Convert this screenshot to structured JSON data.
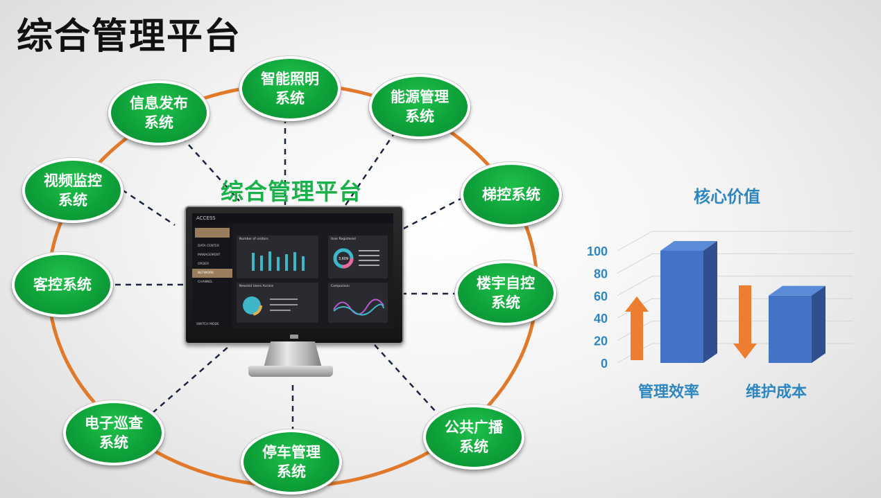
{
  "page_title": "综合管理平台",
  "center_title": "综合管理平台",
  "nodes": [
    {
      "label": "信息发布系统"
    },
    {
      "label": "智能照明系统"
    },
    {
      "label": "能源管理系统"
    },
    {
      "label": "视频监控系统"
    },
    {
      "label": "梯控系统"
    },
    {
      "label": "客控系统"
    },
    {
      "label": "楼宇自控系统"
    },
    {
      "label": "电子巡查系统"
    },
    {
      "label": "停车管理系统"
    },
    {
      "label": "公共广播系统"
    }
  ],
  "colors": {
    "node_green": "#0ea23a",
    "ring_orange": "#e07a2a",
    "title_green": "#19b14a",
    "chart_blue": "#4472c4",
    "arrow_orange": "#ed7d31",
    "label_blue": "#2e86c1"
  },
  "screen": {
    "app_name": "ACCESS",
    "menu": [
      "DATA CENTER",
      "MANAGEMENT",
      "ORDER",
      "NETWORK",
      "CHANNEL"
    ],
    "switch_mode": "SWITCH MODE",
    "panels": [
      "Number of visitors",
      "User Registered",
      "New/old Users Access",
      "Comparison"
    ],
    "donut_value": "3,609"
  },
  "chart_data": {
    "type": "bar",
    "title": "核心价值",
    "categories": [
      "管理效率",
      "维护成本"
    ],
    "values": [
      100,
      60
    ],
    "ylim": [
      0,
      100
    ],
    "yticks": [
      0,
      20,
      40,
      60,
      80,
      100
    ],
    "arrows": [
      "up",
      "down"
    ],
    "grid": true
  }
}
